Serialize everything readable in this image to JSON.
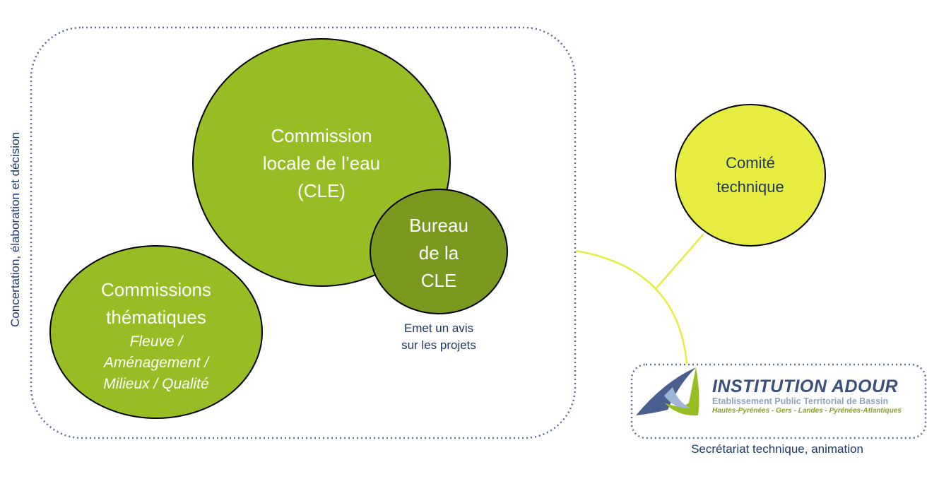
{
  "side_label": "Concertation, élaboration et décision",
  "cle": {
    "lines": [
      "Commission",
      "locale de l’eau",
      "(CLE)"
    ]
  },
  "bureau": {
    "lines": [
      "Bureau",
      "de la",
      "CLE"
    ],
    "note_lines": [
      "Emet un avis",
      "sur les projets"
    ]
  },
  "commissions": {
    "lines": [
      "Commissions",
      "thématiques"
    ],
    "italic_lines": [
      "Fleuve /",
      "Aménagement /",
      "Milieux / Qualité"
    ]
  },
  "comite": {
    "lines": [
      "Comité",
      "technique"
    ]
  },
  "logo": {
    "title": "INSTITUTION ADOUR",
    "subtitle": "Etablissement Public Territorial de Bassin",
    "regions": "Hautes-Pyrénées - Gers - Landes - Pyrénées-Atlantiques"
  },
  "logo_caption": "Secrétariat technique, animation",
  "colors": {
    "green": "#97bd24",
    "dark_green": "#7a9a1f",
    "yellow": "#e6ec40",
    "navy": "#1f3864",
    "dotted": "#5a6a9a"
  }
}
